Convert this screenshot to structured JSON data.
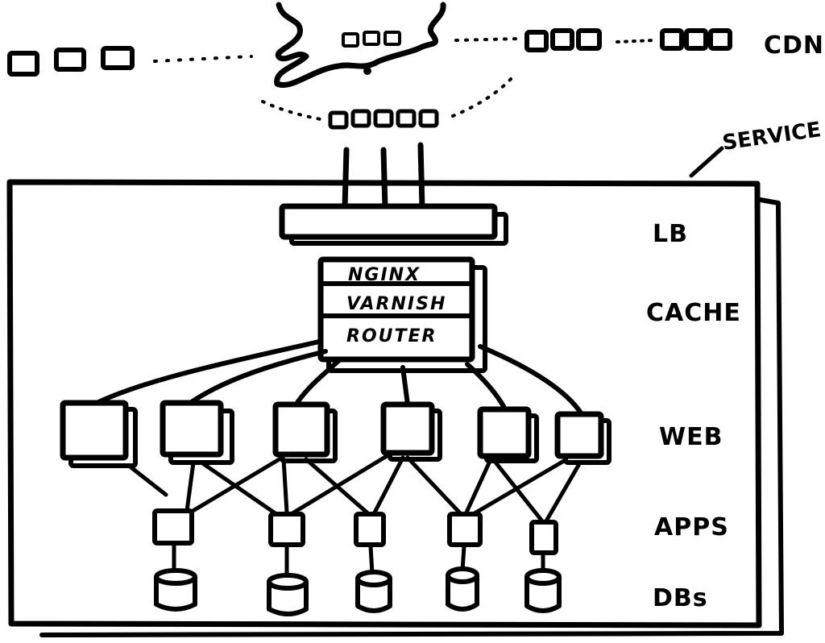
{
  "labels": {
    "cdn": "CDN",
    "service": "SERVICE",
    "lb": "LB",
    "cache": "CACHE",
    "web": "WEB",
    "apps": "APPS",
    "dbs": "DBs"
  },
  "cache_stack": [
    "NGINX",
    "VARNISH",
    "ROUTER"
  ],
  "counts": {
    "web_servers": 6,
    "app_servers": 5,
    "databases": 5
  },
  "colors": {
    "ink": "#000000",
    "paper": "#ffffff"
  }
}
